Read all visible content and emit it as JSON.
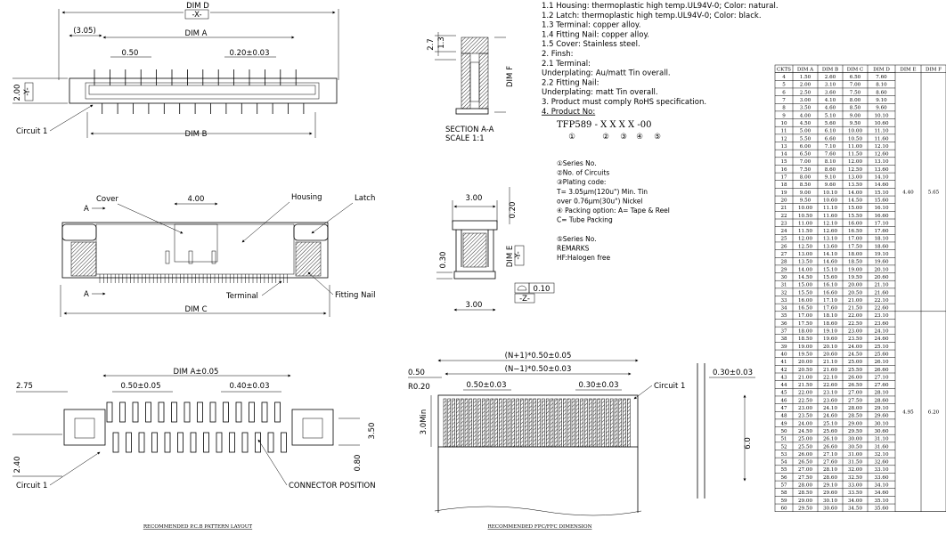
{
  "top_view": {
    "dim_d": "DIM D",
    "datum_x": "-X-",
    "offset": "(3.05)",
    "dim_a": "DIM A",
    "pitch": "0.50",
    "width_tol": "0.20±0.03",
    "height": "2.00",
    "datum_y": "-Y-",
    "circuit": "Circuit 1",
    "dim_b": "DIM B"
  },
  "section_view": {
    "h1": "2.7",
    "h2": "1.3",
    "dim_f": "DIM F",
    "title": "SECTION A-A",
    "scale": "SCALE   1:1"
  },
  "notes": {
    "lines": [
      "1.1  Housing: thermoplastic high temp.UL94V-0; Color: natural.",
      "1.2  Latch: thermoplastic high temp.UL94V-0; Color: black.",
      "1.3  Terminal: copper alloy.",
      "1.4  Fitting Nail: copper alloy.",
      "1.5  Cover: Stainless steel.",
      "2.  Finsh:",
      "2.1  Terminal:",
      "       Underplating: Au/matt Tin overall.",
      "2.2  Fitting Nail:",
      "       Underplating: matt Tin overall.",
      "3.  Product must comply   RoHS specification.",
      "4.  Product No:"
    ],
    "part_code": "TFP589 - X X  X  X -00",
    "part_circles": [
      "①",
      "②",
      "③",
      "④",
      "⑤"
    ],
    "legend": [
      "①Series No.",
      "②No. of Circuits",
      "③Plating code:",
      "    T= 3.05μm(120u\") Min. Tin",
      "       over 0.76μm(30u\") Nickel",
      "④ Packing option: A= Tape & Reel",
      "                            C= Tube Packing",
      "",
      "⑤Series No.",
      "       REMARKS",
      "       HF:Halogen free"
    ]
  },
  "front_view": {
    "cover": "Cover",
    "w400": "4.00",
    "housing": "Housing",
    "latch": "Latch",
    "sec_a": "A",
    "terminal": "Terminal",
    "fitting_nail": "Fitting Nail",
    "dim_c": "DIM C"
  },
  "side_view": {
    "w300": "3.00",
    "h020": "0.20",
    "h030": "0.30",
    "dim_e": "DIM E",
    "datum_y": "-Y-",
    "flat": "0.10",
    "datum_z": "-Z-",
    "w300b": "3.00"
  },
  "pcb_view": {
    "dim_a": "DIM A±0.05",
    "w275": "2.75",
    "pitch": "0.50±0.05",
    "pad": "0.40±0.03",
    "h350": "3.50",
    "h240": "2.40",
    "h080": "0.80",
    "circuit": "Circuit 1",
    "position": "CONNECTOR POSITION",
    "caption": "RECOMMENDED P.C.B PATTERN LAYOUT"
  },
  "fpc_view": {
    "outer": "(N+1)*0.50±0.05",
    "inner": "(N−1)*0.50±0.03",
    "left": "0.50",
    "r": "R0.20",
    "pitch": "0.50±0.03",
    "width": "0.30±0.03",
    "thick": "0.30±0.03",
    "circuit": "Circuit 1",
    "min": "3.0Min",
    "six": "6.0",
    "caption": "RECOMMENDED FPC/FFC DIMENSION"
  },
  "table": {
    "headers": [
      "CKTS",
      "DIM A",
      "DIM B",
      "DIM C",
      "DIM D",
      "DIM E",
      "DIM F"
    ],
    "rows": [
      [
        "4",
        "1.50",
        "2.60",
        "6.50",
        "7.60"
      ],
      [
        "5",
        "2.00",
        "3.10",
        "7.00",
        "8.10"
      ],
      [
        "6",
        "2.50",
        "3.60",
        "7.50",
        "8.60"
      ],
      [
        "7",
        "3.00",
        "4.10",
        "8.00",
        "9.10"
      ],
      [
        "8",
        "3.50",
        "4.60",
        "8.50",
        "9.60"
      ],
      [
        "9",
        "4.00",
        "5.10",
        "9.00",
        "10.10"
      ],
      [
        "10",
        "4.50",
        "5.60",
        "9.50",
        "10.60"
      ],
      [
        "11",
        "5.00",
        "6.10",
        "10.00",
        "11.10"
      ],
      [
        "12",
        "5.50",
        "6.60",
        "10.50",
        "11.60"
      ],
      [
        "13",
        "6.00",
        "7.10",
        "11.00",
        "12.10"
      ],
      [
        "14",
        "6.50",
        "7.60",
        "11.50",
        "12.60"
      ],
      [
        "15",
        "7.00",
        "8.10",
        "12.00",
        "13.10"
      ],
      [
        "16",
        "7.50",
        "8.60",
        "12.50",
        "13.60"
      ],
      [
        "17",
        "8.00",
        "9.10",
        "13.00",
        "14.10"
      ],
      [
        "18",
        "8.50",
        "9.60",
        "13.50",
        "14.60"
      ],
      [
        "19",
        "9.00",
        "10.10",
        "14.00",
        "15.10"
      ],
      [
        "20",
        "9.50",
        "10.60",
        "14.50",
        "15.60"
      ],
      [
        "21",
        "10.00",
        "11.10",
        "15.00",
        "16.10"
      ],
      [
        "22",
        "10.50",
        "11.60",
        "15.50",
        "16.60"
      ],
      [
        "23",
        "11.00",
        "12.10",
        "16.00",
        "17.10"
      ],
      [
        "24",
        "11.50",
        "12.60",
        "16.50",
        "17.60"
      ],
      [
        "25",
        "12.00",
        "13.10",
        "17.00",
        "18.10"
      ],
      [
        "26",
        "12.50",
        "13.60",
        "17.50",
        "18.60"
      ],
      [
        "27",
        "13.00",
        "14.10",
        "18.00",
        "19.10"
      ],
      [
        "28",
        "13.50",
        "14.60",
        "18.50",
        "19.60"
      ],
      [
        "29",
        "14.00",
        "15.10",
        "19.00",
        "20.10"
      ],
      [
        "30",
        "14.50",
        "15.60",
        "19.50",
        "20.60"
      ],
      [
        "31",
        "15.00",
        "16.10",
        "20.00",
        "21.10"
      ],
      [
        "32",
        "15.50",
        "16.60",
        "20.50",
        "21.60"
      ],
      [
        "33",
        "16.00",
        "17.10",
        "21.00",
        "22.10"
      ],
      [
        "34",
        "16.50",
        "17.60",
        "21.50",
        "22.60"
      ],
      [
        "35",
        "17.00",
        "18.10",
        "22.00",
        "23.10"
      ],
      [
        "36",
        "17.50",
        "18.60",
        "22.50",
        "23.60"
      ],
      [
        "37",
        "18.00",
        "19.10",
        "23.00",
        "24.10"
      ],
      [
        "38",
        "18.50",
        "19.60",
        "23.50",
        "24.60"
      ],
      [
        "39",
        "19.00",
        "20.10",
        "24.00",
        "25.10"
      ],
      [
        "40",
        "19.50",
        "20.60",
        "24.50",
        "25.60"
      ],
      [
        "41",
        "20.00",
        "21.10",
        "25.00",
        "26.10"
      ],
      [
        "42",
        "20.50",
        "21.60",
        "25.50",
        "26.60"
      ],
      [
        "43",
        "21.00",
        "22.10",
        "26.00",
        "27.10"
      ],
      [
        "44",
        "21.50",
        "22.60",
        "26.50",
        "27.60"
      ],
      [
        "45",
        "22.00",
        "23.10",
        "27.00",
        "28.10"
      ],
      [
        "46",
        "22.50",
        "23.60",
        "27.50",
        "28.60"
      ],
      [
        "47",
        "23.00",
        "24.10",
        "28.00",
        "29.10"
      ],
      [
        "48",
        "23.50",
        "24.60",
        "28.50",
        "29.60"
      ],
      [
        "49",
        "24.00",
        "25.10",
        "29.00",
        "30.10"
      ],
      [
        "50",
        "24.50",
        "25.60",
        "29.50",
        "30.60"
      ],
      [
        "51",
        "25.00",
        "26.10",
        "30.00",
        "31.10"
      ],
      [
        "52",
        "25.50",
        "26.60",
        "30.50",
        "31.60"
      ],
      [
        "53",
        "26.00",
        "27.10",
        "31.00",
        "32.10"
      ],
      [
        "54",
        "26.50",
        "27.60",
        "31.50",
        "32.60"
      ],
      [
        "55",
        "27.00",
        "28.10",
        "32.00",
        "33.10"
      ],
      [
        "56",
        "27.50",
        "28.60",
        "32.50",
        "33.60"
      ],
      [
        "57",
        "28.00",
        "29.10",
        "33.00",
        "34.10"
      ],
      [
        "58",
        "28.50",
        "29.60",
        "33.50",
        "34.60"
      ],
      [
        "59",
        "29.00",
        "30.10",
        "34.00",
        "35.10"
      ],
      [
        "60",
        "29.50",
        "30.60",
        "34.50",
        "35.60"
      ]
    ],
    "groups": [
      {
        "from": 4,
        "to": 34,
        "dim_e": "4.40",
        "dim_f": "5.65"
      },
      {
        "from": 35,
        "to": 60,
        "dim_e": "4.95",
        "dim_f": "6.20"
      }
    ]
  }
}
